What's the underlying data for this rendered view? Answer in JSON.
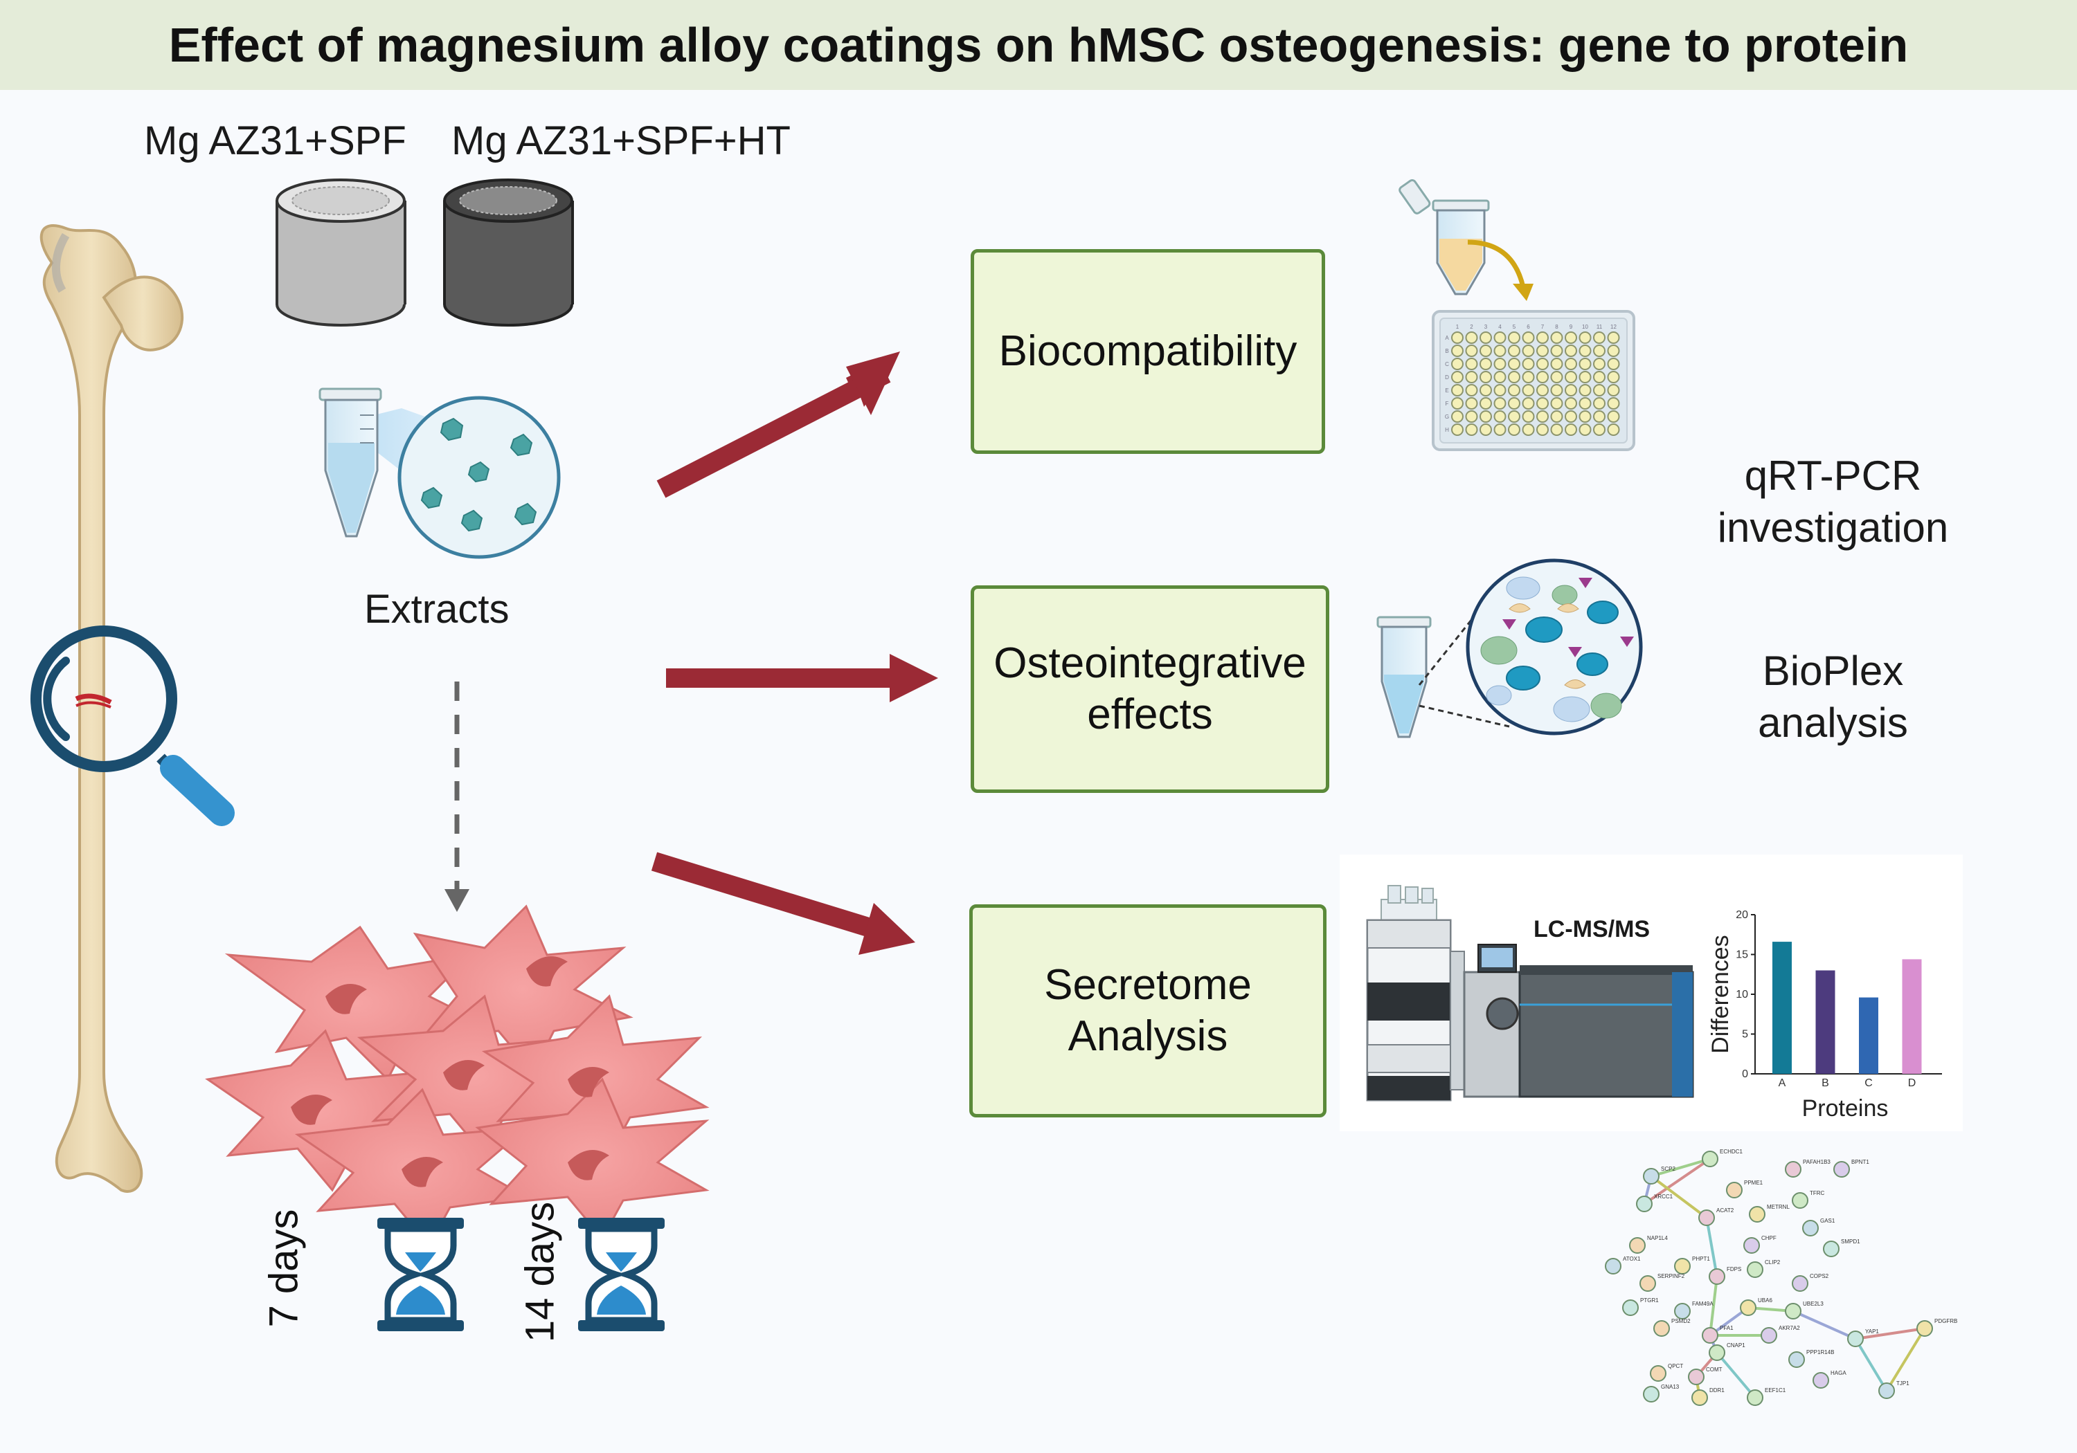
{
  "title": "Effect of magnesium alloy coatings on hMSC osteogenesis: gene to protein",
  "samples": {
    "sample_a": "Mg AZ31+SPF",
    "sample_b": "Mg AZ31+SPF+HT"
  },
  "extracts_label": "Extracts",
  "boxes": {
    "biocompatibility": "Biocompatibility",
    "osteointegrative_line1": "Osteointegrative",
    "osteointegrative_line2": "effects",
    "secretome_line1": "Secretome",
    "secretome_line2": "Analysis"
  },
  "methods": {
    "qrtpcr_line1": "qRT-PCR",
    "qrtpcr_line2": "investigation",
    "bioplex_line1": "BioPlex",
    "bioplex_line2": "analysis",
    "lcms": "LC-MS/MS"
  },
  "timepoints": {
    "day7": "7 days",
    "day14": "14 days"
  },
  "plate": {
    "columns": [
      "1",
      "2",
      "3",
      "4",
      "5",
      "6",
      "7",
      "8",
      "9",
      "10",
      "11",
      "12"
    ],
    "rows": [
      "A",
      "B",
      "C",
      "D",
      "E",
      "F",
      "G",
      "H"
    ]
  },
  "chart_data": {
    "type": "bar",
    "categories": [
      "A",
      "B",
      "C",
      "D"
    ],
    "values": [
      16.6,
      13.0,
      9.6,
      14.4
    ],
    "colors": [
      "#137a96",
      "#4d3b7e",
      "#2f67b2",
      "#d98fd0"
    ],
    "xlabel": "Proteins",
    "ylabel": "Differences",
    "ylim": [
      0,
      20
    ],
    "yticks": [
      0,
      5,
      10,
      15,
      20
    ],
    "grid": false
  },
  "network": {
    "nodes": [
      "ECHDC1",
      "SCP2",
      "PPME1",
      "PAFAH1B3",
      "BPNT1",
      "XRCC1",
      "METRNL",
      "TFRC",
      "GAS1",
      "NAP1L4",
      "ACAT2",
      "CHPF",
      "SMPD1",
      "PHPT1",
      "CLIP2",
      "ATOX1",
      "SERPINF2",
      "FDPS",
      "COPS2",
      "PTGR1",
      "UBA6",
      "UBE2L3",
      "FAM49A",
      "PSMD2",
      "PFA1",
      "AKR7A2",
      "YAP1",
      "PDGFRB",
      "CNAP1",
      "PPP1R14B",
      "QPCT",
      "COMT",
      "HAGA",
      "GNA13",
      "DDR1",
      "EEF1C1",
      "TJP1"
    ]
  }
}
